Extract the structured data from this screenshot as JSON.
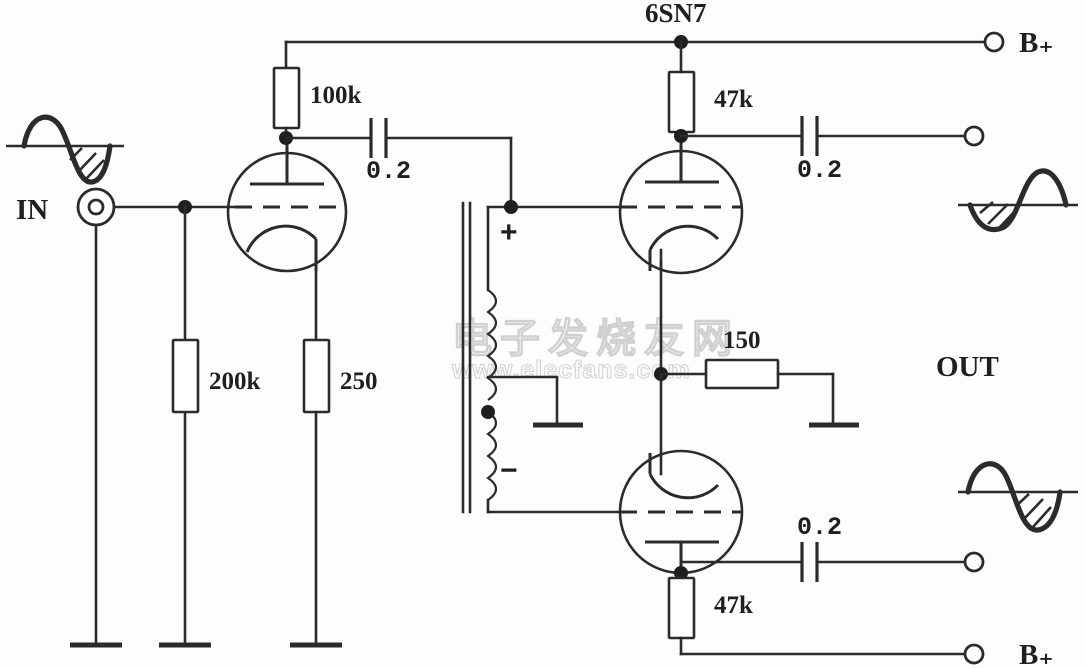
{
  "diagram": {
    "title": "6SN7",
    "input_label": "IN",
    "output_label": "OUT",
    "supply_label_top": "B₊",
    "supply_label_bottom": "B₊",
    "polarity_plus": "+",
    "polarity_minus": "−",
    "ink_color": "#2b2b2b",
    "background_color": "#fdfdfb"
  },
  "components": {
    "r_plate_v1": "100k",
    "r_grid_leak": "200k",
    "r_cathode_v1": "250",
    "r_plate_v2": "47k",
    "r_plate_v3": "47k",
    "r_cathode_shared": "150",
    "c_coupling_v1": "0.2",
    "c_output_top": "0.2",
    "c_output_bottom": "0.2"
  },
  "waveforms": {
    "input": "sine-positive-first",
    "output_top": "sine-negative-first-inverted",
    "output_bottom": "sine-positive-first"
  },
  "watermark": {
    "site_name_cn": "电子发烧友网",
    "site_url": "www.elecfans.com"
  }
}
